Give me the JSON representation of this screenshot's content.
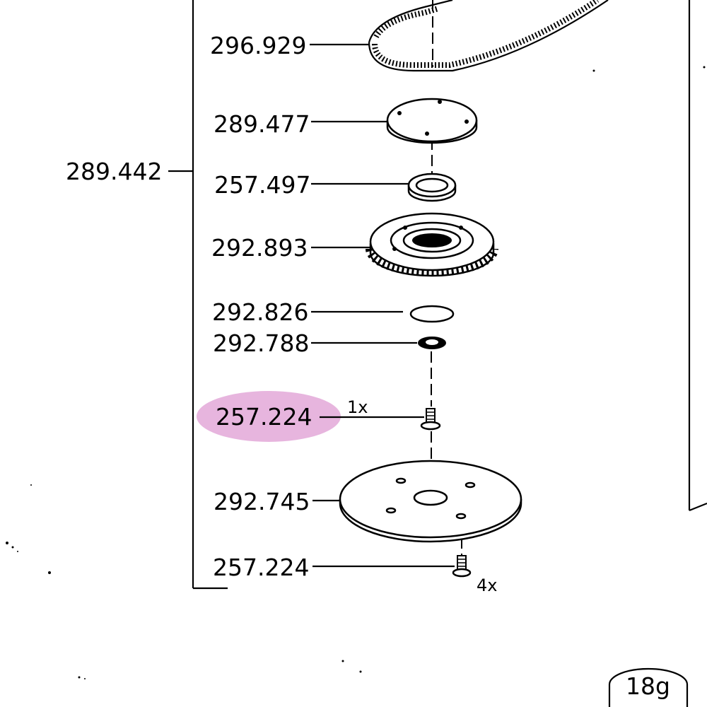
{
  "assembly": {
    "number": "289.442"
  },
  "parts": [
    {
      "number": "296.929"
    },
    {
      "number": "289.477"
    },
    {
      "number": "257.497"
    },
    {
      "number": "292.893"
    },
    {
      "number": "292.826"
    },
    {
      "number": "292.788"
    },
    {
      "number": "257.224",
      "quantity": "1x",
      "highlighted": true
    },
    {
      "number": "292.745"
    },
    {
      "number": "257.224",
      "quantity": "4x"
    }
  ],
  "page_marker": "18g",
  "colors": {
    "highlight": "#e7b5de",
    "ink": "#000000",
    "paper": "#ffffff"
  }
}
